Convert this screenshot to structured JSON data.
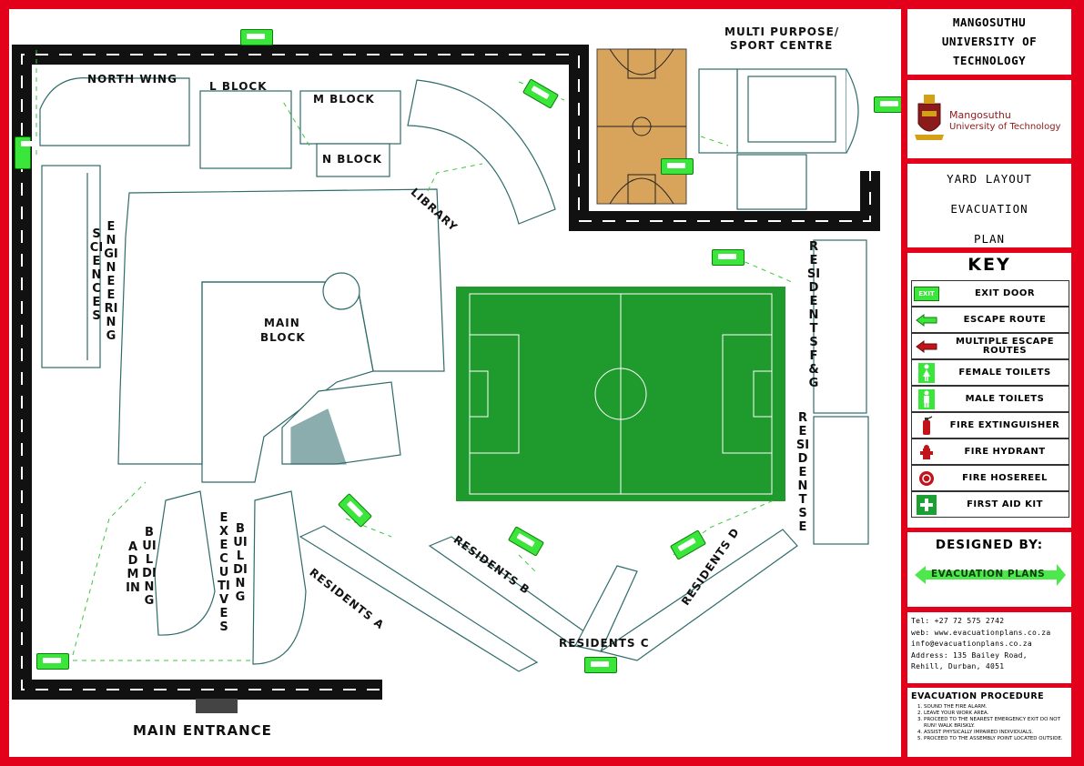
{
  "map": {
    "labels": {
      "north_wing": "NORTH WING",
      "l_block": "L BLOCK",
      "m_block": "M BLOCK",
      "n_block": "N BLOCK",
      "library": "LIBRARY",
      "multi_purpose_1": "MULTI PURPOSE/",
      "multi_purpose_2": "SPORT CENTRE",
      "main_block_1": "MAIN",
      "main_block_2": "BLOCK",
      "sciences": "SCIENCES",
      "engineering": "ENGINEERING",
      "admin": "ADMIN",
      "admin_building": "BUILDING",
      "executives": "EXECUTIVES",
      "executives_building": "BUILDING",
      "residents_a": "RESIDENTS A",
      "residents_b": "RESIDENTS B",
      "residents_c": "RESIDENTS C",
      "residents_d": "RESIDENTS D",
      "residents_e": "RESIDENTS E",
      "residents_fg": "RESIDENTS F & G",
      "main_entrance": "MAIN ENTRANCE"
    },
    "colors": {
      "road": "#111111",
      "field": "#1f9a2d",
      "court": "#d8a35a",
      "building_line": "#2e6b6b",
      "route": "#3cc43c",
      "border": "#e3001b"
    }
  },
  "panel": {
    "title": [
      "MANGOSUTHU",
      "UNIVERSITY OF",
      "TECHNOLOGY"
    ],
    "logo_text_1": "Mangosuthu",
    "logo_text_2": "University of Technology",
    "plan_lines": [
      "YARD LAYOUT",
      "EVACUATION",
      "PLAN"
    ],
    "key_title": "KEY",
    "key_items": [
      {
        "icon": "exit-sign-icon",
        "label": "EXIT DOOR",
        "icon_text": "EXIT"
      },
      {
        "icon": "escape-route-arrow-icon",
        "label": "ESCAPE ROUTE"
      },
      {
        "icon": "multiple-escape-routes-arrow-icon",
        "label": "MULTIPLE ESCAPE ROUTES"
      },
      {
        "icon": "female-toilets-icon",
        "label": "FEMALE TOILETS"
      },
      {
        "icon": "male-toilets-icon",
        "label": "MALE TOILETS"
      },
      {
        "icon": "fire-extinguisher-icon",
        "label": "FIRE EXTINGUISHER"
      },
      {
        "icon": "fire-hydrant-icon",
        "label": "FIRE HYDRANT"
      },
      {
        "icon": "fire-hosereel-icon",
        "label": "FIRE HOSEREEL"
      },
      {
        "icon": "first-aid-kit-icon",
        "label": "FIRST AID KIT"
      }
    ],
    "designed_by": "DESIGNED BY:",
    "designer_logo": "EVACUATION PLANS",
    "contact": [
      "Tel: +27 72 575 2742",
      "web: www.evacuationplans.co.za",
      "info@evacuationplans.co.za",
      "Address: 135 Bailey Road,",
      "Rehill, Durban, 4051"
    ],
    "procedure_title": "EVACUATION PROCEDURE",
    "procedure_steps": [
      "Sound the fire alarm.",
      "Leave your work area.",
      "Proceed to the nearest emergency exit do not run! walk briskly.",
      "Assist physically impaired individuals.",
      "Proceed to the assembly point located outside."
    ]
  }
}
